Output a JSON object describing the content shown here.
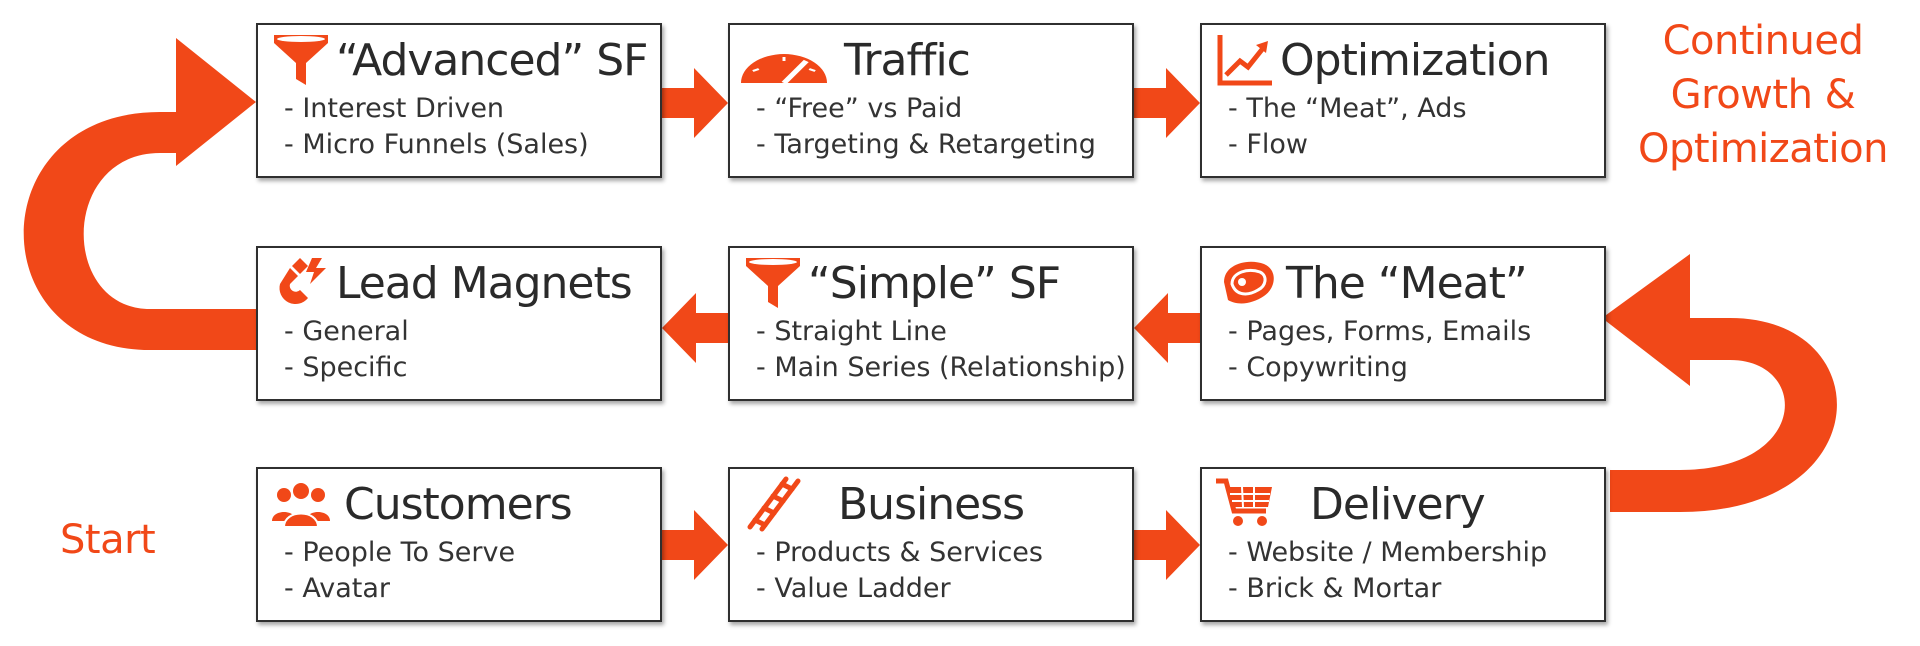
{
  "accent_color": "#f14818",
  "boxes": {
    "advanced_sf": {
      "title": "“Advanced” SF",
      "lines": [
        "- Interest Driven",
        "- Micro Funnels (Sales)"
      ],
      "icon": "funnel-icon"
    },
    "traffic": {
      "title": "Traffic",
      "lines": [
        "- “Free” vs Paid",
        "- Targeting & Retargeting"
      ],
      "icon": "speedometer-icon"
    },
    "optimization": {
      "title": "Optimization",
      "lines": [
        "- The “Meat”, Ads",
        "- Flow"
      ],
      "icon": "growth-chart-icon"
    },
    "lead_magnets": {
      "title": "Lead Magnets",
      "lines": [
        "- General",
        "- Specific"
      ],
      "icon": "magnet-icon"
    },
    "simple_sf": {
      "title": "“Simple” SF",
      "lines": [
        "- Straight Line",
        "- Main Series (Relationship)"
      ],
      "icon": "funnel-icon"
    },
    "meat": {
      "title": "The “Meat”",
      "lines": [
        "- Pages, Forms, Emails",
        "- Copywriting"
      ],
      "icon": "steak-icon"
    },
    "customers": {
      "title": "Customers",
      "lines": [
        "- People To Serve",
        "- Avatar"
      ],
      "icon": "people-icon"
    },
    "business": {
      "title": "Business",
      "lines": [
        "- Products & Services",
        "- Value Ladder"
      ],
      "icon": "ladder-icon"
    },
    "delivery": {
      "title": "Delivery",
      "lines": [
        "- Website / Membership",
        "- Brick & Mortar"
      ],
      "icon": "shopping-cart-icon"
    }
  },
  "labels": {
    "start": "Start",
    "continued": [
      "Continued",
      "Growth &",
      "Optimization"
    ]
  }
}
